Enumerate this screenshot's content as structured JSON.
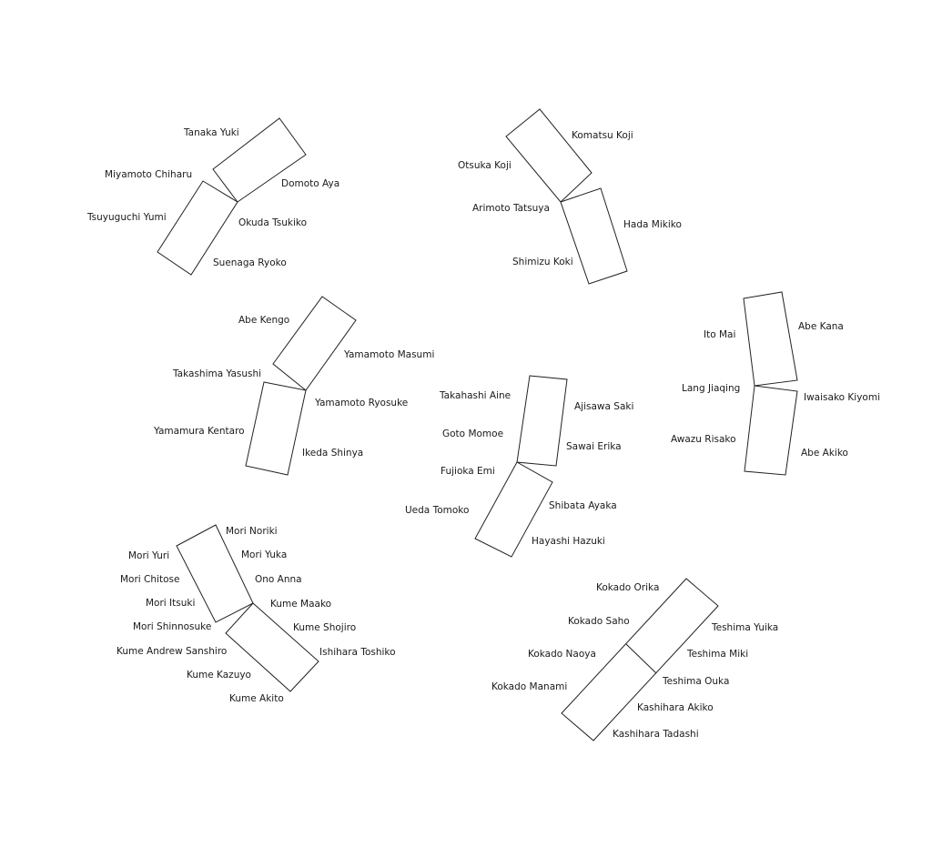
{
  "groups": [
    {
      "names": [
        "Tanaka Yuki",
        "Miyamoto Chiharu",
        "Domoto Aya",
        "Tsuyuguchi Yumi",
        "Okuda Tsukiko",
        "Suenaga Ryoko"
      ]
    },
    {
      "names": [
        "Komatsu Koji",
        "Otsuka Koji",
        "Arimoto Tatsuya",
        "Hada Mikiko",
        "Shimizu Koki"
      ]
    },
    {
      "names": [
        "Abe Kengo",
        "Yamamoto Masumi",
        "Takashima Yasushi",
        "Yamamoto Ryosuke",
        "Yamamura Kentaro",
        "Ikeda Shinya"
      ]
    },
    {
      "names": [
        "Takahashi Aine",
        "Ajisawa Saki",
        "Goto Momoe",
        "Sawai Erika",
        "Fujioka Emi",
        "Ueda Tomoko",
        "Shibata Ayaka",
        "Hayashi Hazuki"
      ]
    },
    {
      "names": [
        "Ito Mai",
        "Abe Kana",
        "Lang Jiaqing",
        "Iwaisako Kiyomi",
        "Awazu Risako",
        "Abe Akiko"
      ]
    },
    {
      "names": [
        "Mori Noriki",
        "Mori Yuri",
        "Mori Yuka",
        "Mori Chitose",
        "Ono Anna",
        "Mori Itsuki",
        "Kume Maako",
        "Mori Shinnosuke",
        "Kume Shojiro",
        "Kume Andrew Sanshiro",
        "Ishihara Toshiko",
        "Kume Kazuyo",
        "Kume Akito"
      ]
    },
    {
      "names": [
        "Kokado Orika",
        "Kokado Saho",
        "Teshima Yuika",
        "Kokado Naoya",
        "Teshima Miki",
        "Kokado Manami",
        "Teshima Ouka",
        "Kashihara Akiko",
        "Kashihara Tadashi"
      ]
    }
  ]
}
